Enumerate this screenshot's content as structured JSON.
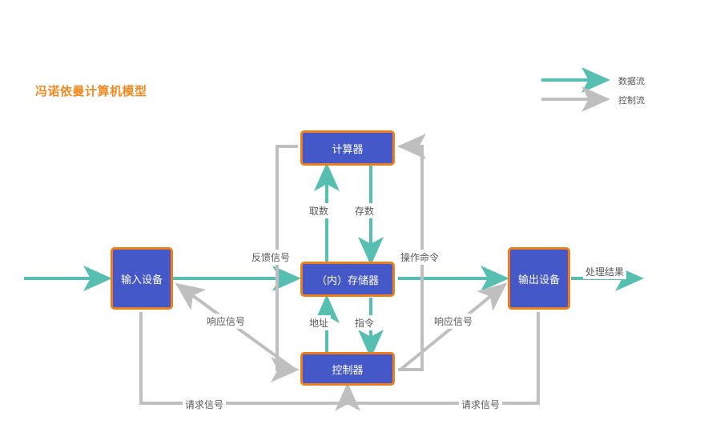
{
  "title": "冯诺依曼计算机模型",
  "colors": {
    "title": "#f5891f",
    "node_fill": "#4558c8",
    "node_border": "#ef7d1a",
    "data_flow": "#56bfb2",
    "control_flow": "#bfbfbf",
    "label_text": "#595959",
    "background": "#ffffff"
  },
  "legend": {
    "items": [
      {
        "label": "数据流",
        "color": "#56bfb2"
      },
      {
        "label": "控制流",
        "color": "#bfbfbf"
      }
    ]
  },
  "nodes": [
    {
      "id": "calculator",
      "label": "计算器"
    },
    {
      "id": "memory",
      "label": "（内）存储器"
    },
    {
      "id": "controller",
      "label": "控制器"
    },
    {
      "id": "input_device",
      "label": "输入设备"
    },
    {
      "id": "output_device",
      "label": "输出设备"
    }
  ],
  "edge_labels": [
    {
      "id": "fetch",
      "text": "取数"
    },
    {
      "id": "store",
      "text": "存数"
    },
    {
      "id": "address",
      "text": "地址"
    },
    {
      "id": "instruction",
      "text": "指令"
    },
    {
      "id": "feedback_signal",
      "text": "反馈信号"
    },
    {
      "id": "operation_command",
      "text": "操作命令"
    },
    {
      "id": "response_signal_left",
      "text": "响应信号"
    },
    {
      "id": "response_signal_right",
      "text": "响应信号"
    },
    {
      "id": "request_signal_left",
      "text": "请求信号"
    },
    {
      "id": "request_signal_right",
      "text": "请求信号"
    },
    {
      "id": "processing_result",
      "text": "处理结果"
    }
  ]
}
